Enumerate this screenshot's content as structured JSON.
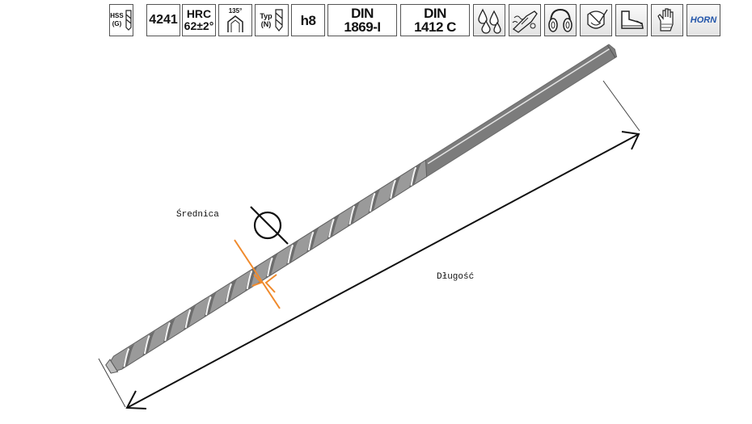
{
  "badges": {
    "hss_line1": "HSS",
    "hss_line2": "(G)",
    "material_number": "4241",
    "hrc_line1": "HRC",
    "hrc_line2": "62±2°",
    "angle": "135°",
    "type_line1": "Typ",
    "type_line2": "(N)",
    "tolerance": "h8",
    "din1_line1": "DIN",
    "din1_line2": "1869-I",
    "din2_line1": "DIN",
    "din2_line2": "1412 C",
    "brand": "HORN"
  },
  "icons": [
    "coolant-drops-icon",
    "chip-machining-icon",
    "ear-protection-icon",
    "face-protection-icon",
    "safety-shoe-icon",
    "safety-glove-icon"
  ],
  "diagram": {
    "diameter_label": "Średnica",
    "length_label": "Długość",
    "accent_color": "#f08a2c"
  }
}
